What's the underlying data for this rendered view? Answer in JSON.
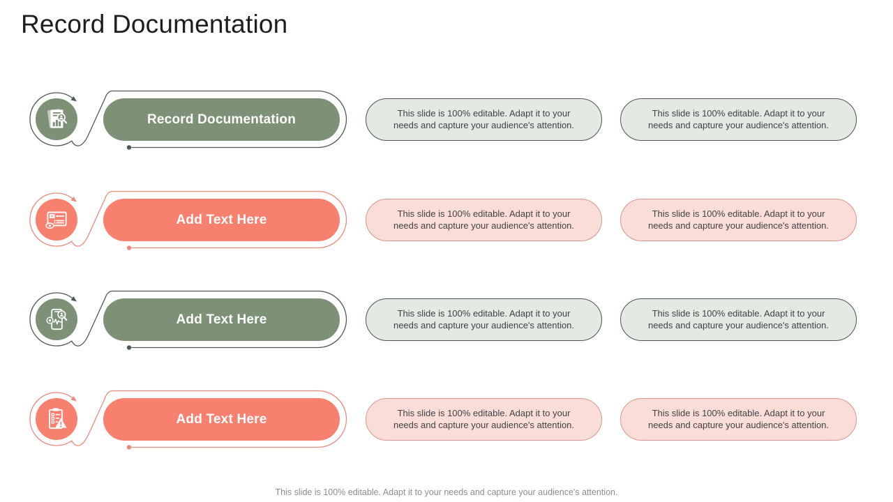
{
  "slide": {
    "title": "Record Documentation",
    "footer": "This slide is 100% editable. Adapt it to your needs and capture your audience's attention."
  },
  "colors": {
    "green": "#7D9177",
    "green_dark": "#4E5A52",
    "green_light": "#E4E9E3",
    "green_border": "#47554B",
    "coral": "#F7806F",
    "coral_outline": "#E98A7C",
    "coral_light": "#FBDDD8",
    "coral_border": "#D8958C",
    "text_dark": "#3F4245",
    "title_color": "#1E1E1E",
    "footer_color": "#8C8C8C"
  },
  "rows": [
    {
      "label": "Record Documentation",
      "icon": "document-analytics-icon",
      "box1": "This slide is 100% editable. Adapt it to your needs and capture your audience's attention.",
      "box2": "This slide is 100% editable. Adapt it to your needs and capture your audience's attention."
    },
    {
      "label": "Add Text Here",
      "icon": "video-presentation-view-icon",
      "box1": "This slide is 100% editable. Adapt it to your needs and capture your audience's attention.",
      "box2": "This slide is 100% editable. Adapt it to your needs and capture your audience's attention."
    },
    {
      "label": "Add Text Here",
      "icon": "mobile-health-search-icon",
      "box1": "This slide is 100% editable. Adapt it to your needs and capture your audience's attention.",
      "box2": "This slide is 100% editable. Adapt it to your needs and capture your audience's attention."
    },
    {
      "label": "Add Text Here",
      "icon": "clipboard-warning-icon",
      "box1": "This slide is 100% editable. Adapt it to your needs and capture your audience's attention.",
      "box2": "This slide is 100% editable. Adapt it to your needs and capture your audience's attention."
    }
  ]
}
